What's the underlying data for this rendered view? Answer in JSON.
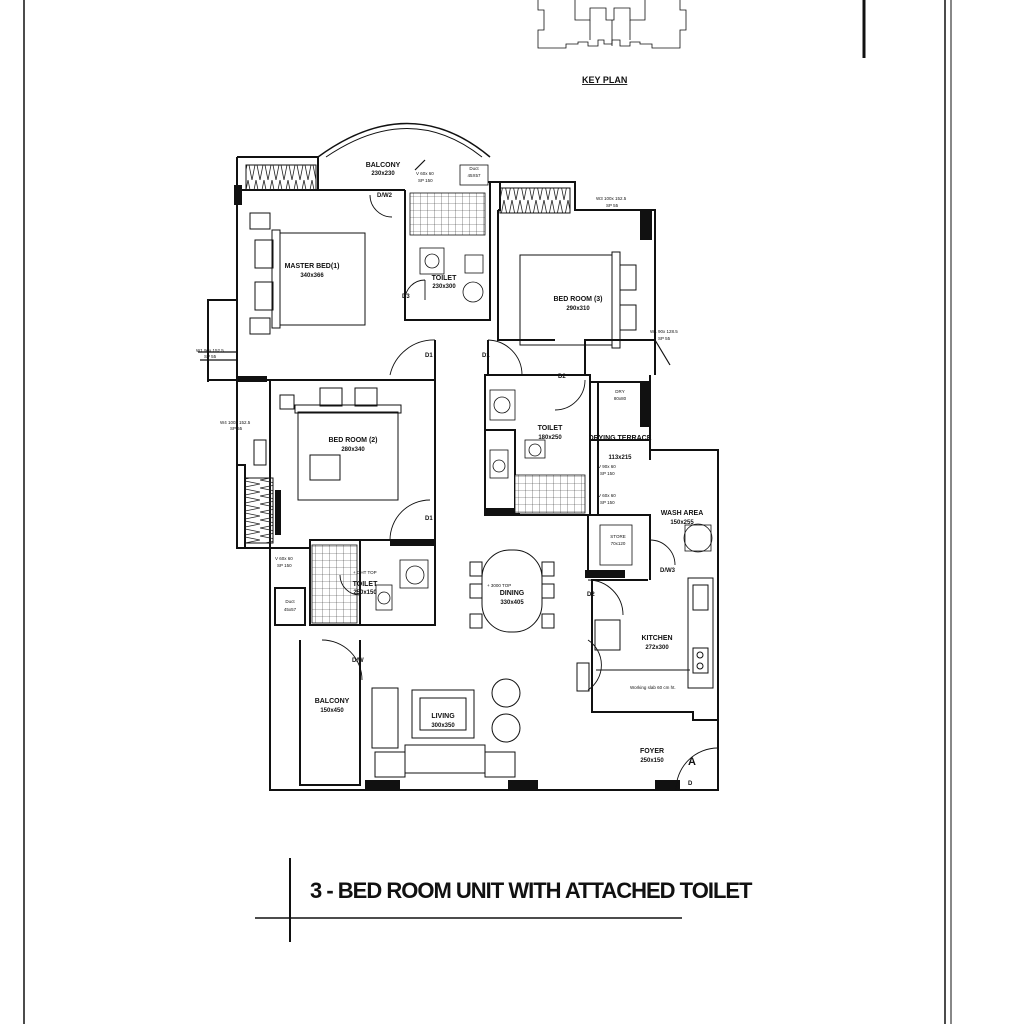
{
  "key_plan": {
    "label": "KEY PLAN"
  },
  "title": "3 - BED ROOM UNIT WITH ATTACHED TOILET",
  "rooms": {
    "balcony_top": {
      "name": "BALCONY",
      "size": "230x230"
    },
    "duct_top": {
      "name": "Duct",
      "size": "45X57"
    },
    "master_bed": {
      "name": "MASTER BED(1)",
      "size": "340x366"
    },
    "toilet_master": {
      "name": "TOILET",
      "size": "230x300"
    },
    "bed_room_3": {
      "name": "BED ROOM (3)",
      "size": "290x310"
    },
    "bed_room_2": {
      "name": "BED ROOM (2)",
      "size": "280x340"
    },
    "toilet_mid": {
      "name": "TOILET",
      "size": "180x250"
    },
    "dry_label": {
      "name": "DRY",
      "size": "80x80"
    },
    "drying_terrace": {
      "name": "DRYING TERRACE",
      "size": "113x215"
    },
    "wash_area": {
      "name": "WASH AREA",
      "size": "150x255"
    },
    "toilet_common": {
      "name": "TOILET",
      "size": "250x150"
    },
    "duct_left": {
      "name": "Duct",
      "size": "45x57"
    },
    "dining": {
      "name": "DINING",
      "size": "330x405"
    },
    "kitchen": {
      "name": "KITCHEN",
      "size": "272x300"
    },
    "balcony_left": {
      "name": "BALCONY",
      "size": "150x450"
    },
    "living": {
      "name": "LIVING",
      "size": "300x350"
    },
    "foyer": {
      "name": "FOYER",
      "size": "250x150"
    },
    "store": {
      "name": "STORE",
      "size": "70x120"
    }
  },
  "doors": {
    "d1_a": "D1",
    "d1_b": "D1",
    "d1_c": "D1",
    "d2_a": "D2",
    "d2_b": "D2",
    "d3": "D3",
    "dw_a": "D/W2",
    "dw_b": "D/W",
    "dw_c": "D/W3",
    "main": "D",
    "marker": "A"
  },
  "windows": {
    "w1_left": "W1 90x 152.5",
    "w1_left_sill": "SP 55",
    "w4_left": "W4 100x 152.5",
    "w4_left_sill": "SP 55",
    "w3_top": "W3 100x 152.5",
    "w3_top_sill": "SP 55",
    "w1_right": "W1 90x 128.5",
    "w1_right_sill": "SP 55",
    "v_top": "V 60x 60",
    "v_top_sill": "SP 150",
    "v_terrace": "V 90x 60",
    "v_terrace_sill": "SP 150",
    "v_wash": "V 60x 60",
    "v_wash_sill": "SP 150",
    "v_common": "V 60x 60",
    "v_common_sill": "SP 150"
  },
  "notes": {
    "ot_a": "+ OHT TOP",
    "ot_b": "+ 3000 TOP",
    "worktop": "Working slab 60 cm ht."
  },
  "colors": {
    "ink": "#111111",
    "wall": "#111111",
    "hatch": "#222222",
    "paper": "#ffffff"
  }
}
